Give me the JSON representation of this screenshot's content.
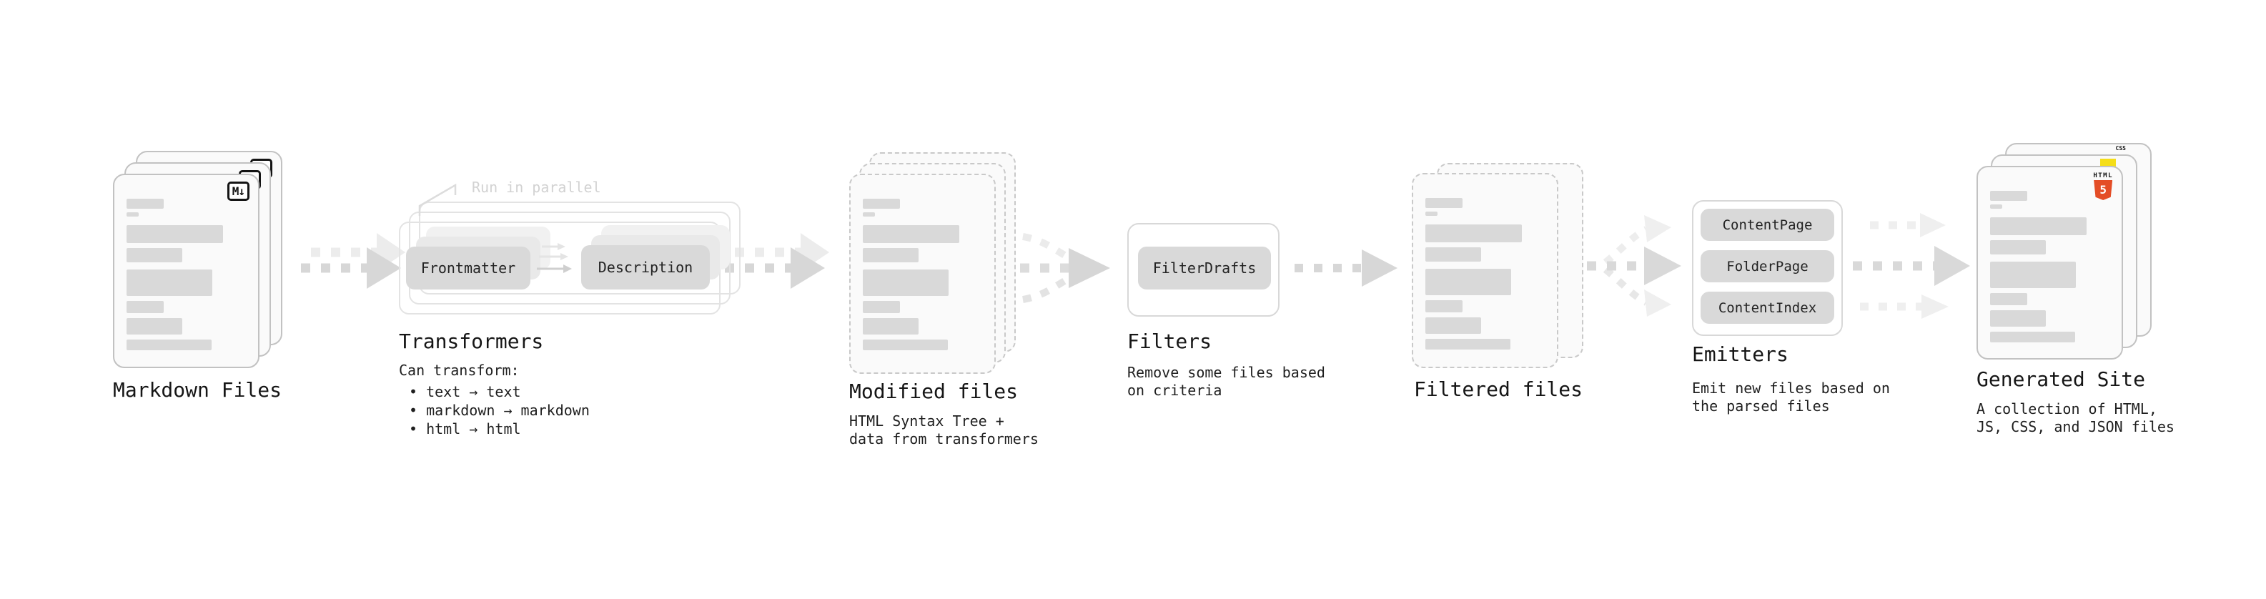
{
  "stages": {
    "markdown": {
      "title": "Markdown Files"
    },
    "transformers": {
      "title": "Transformers",
      "annotation": "Run in parallel",
      "desc_heading": "Can transform:",
      "bullet_1": "• text → text",
      "bullet_2": "• markdown → markdown",
      "bullet_3": "• html → html",
      "box_frontmatter": "Frontmatter",
      "box_description": "Description"
    },
    "modified": {
      "title": "Modified files",
      "desc_line_1": "HTML Syntax Tree +",
      "desc_line_2": "data from transformers"
    },
    "filters": {
      "title": "Filters",
      "desc_line_1": "Remove some files based",
      "desc_line_2": "on criteria",
      "box_filterdrafts": "FilterDrafts"
    },
    "filtered": {
      "title": "Filtered files"
    },
    "emitters": {
      "title": "Emitters",
      "desc_line_1": "Emit new files based on",
      "desc_line_2": "the parsed files",
      "box_contentpage": "ContentPage",
      "box_folderpage": "FolderPage",
      "box_contentindex": "ContentIndex"
    },
    "generated": {
      "title": "Generated Site",
      "desc_line_1": "A collection of HTML,",
      "desc_line_2": "JS, CSS, and JSON files"
    }
  },
  "icons": {
    "markdown_badge": "M↓",
    "html5_wordmark": "HTML",
    "html5_numeral": "5",
    "css_badge": "CSS"
  },
  "colors": {
    "html5_orange": "#e44d26",
    "js_yellow": "#f5de19",
    "css_blue": "#2062af",
    "doc_fill": "#fafafa",
    "bar_gray": "#d9d9d9"
  }
}
